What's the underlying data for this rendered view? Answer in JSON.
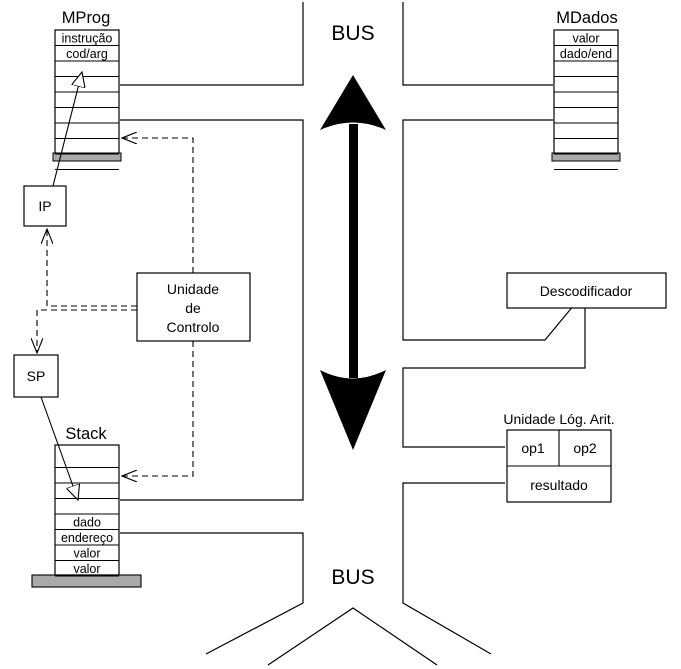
{
  "bus": {
    "top_label": "BUS",
    "bottom_label": "BUS"
  },
  "mprog": {
    "title": "MProg",
    "cells": [
      "instrução",
      "cod/arg",
      "",
      "",
      "",
      "",
      "",
      "",
      ""
    ]
  },
  "mdados": {
    "title": "MDados",
    "cells": [
      "valor",
      "dado/end",
      "",
      "",
      "",
      "",
      "",
      "",
      ""
    ]
  },
  "ip": {
    "label": "IP"
  },
  "sp": {
    "label": "SP"
  },
  "control": {
    "lines": [
      "Unidade",
      "de",
      "Controlo"
    ]
  },
  "decoder": {
    "label": "Descodificador"
  },
  "alu": {
    "title": "Unidade Lóg. Arit.",
    "op1": "op1",
    "op2": "op2",
    "result": "resultado"
  },
  "stack": {
    "title": "Stack",
    "cells": [
      "",
      "",
      "",
      "",
      "dado",
      "endereço",
      "valor",
      "valor"
    ]
  }
}
